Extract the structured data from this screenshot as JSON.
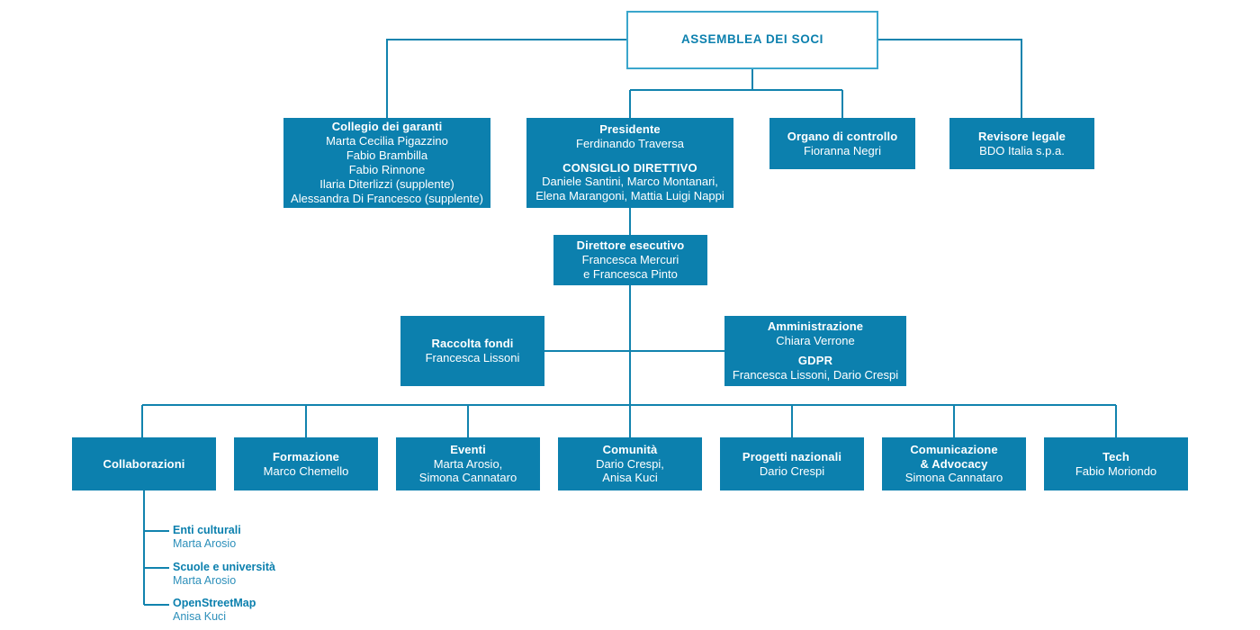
{
  "theme": {
    "box_fill": "#0c80ae",
    "box_text": "#ffffff",
    "root_border": "#3aa6cc",
    "root_text": "#0c80ae",
    "connector": "#1183ae",
    "sub_title_color": "#0c80ae",
    "sub_people_color": "#2c8fba",
    "background": "#ffffff"
  },
  "org": {
    "root": {
      "title": "ASSEMBLEA DEI SOCI"
    },
    "level2": {
      "collegio": {
        "title": "Collegio dei garanti",
        "people": "Marta Cecilia Pigazzino\nFabio Brambilla\nFabio Rinnone\nIlaria Diterlizzi (supplente)\nAlessandra Di Francesco (supplente)"
      },
      "presidente": {
        "title": "Presidente",
        "people": "Ferdinando Traversa",
        "subtitle": "CONSIGLIO DIRETTIVO",
        "subpeople": "Daniele Santini, Marco Montanari,\nElena Marangoni, Mattia Luigi Nappi"
      },
      "organo": {
        "title": "Organo di controllo",
        "people": "Fioranna Negri"
      },
      "revisore": {
        "title": "Revisore legale",
        "people": "BDO Italia s.p.a."
      }
    },
    "direttore": {
      "title": "Direttore esecutivo",
      "people": "Francesca Mercuri\ne Francesca Pinto"
    },
    "staff": {
      "raccolta": {
        "title": "Raccolta fondi",
        "people": "Francesca Lissoni"
      },
      "amministrazione": {
        "title": "Amministrazione",
        "people": "Chiara Verrone",
        "subtitle": "GDPR",
        "subpeople": "Francesca Lissoni, Dario Crespi"
      }
    },
    "areas": [
      {
        "title": "Collaborazioni",
        "people": ""
      },
      {
        "title": "Formazione",
        "people": "Marco Chemello"
      },
      {
        "title": "Eventi",
        "people": "Marta Arosio,\nSimona Cannataro"
      },
      {
        "title": "Comunità",
        "people": "Dario Crespi,\nAnisa Kuci"
      },
      {
        "title": "Progetti nazionali",
        "people": "Dario Crespi"
      },
      {
        "title": "Comunicazione\n& Advocacy",
        "people": "Simona Cannataro"
      },
      {
        "title": "Tech",
        "people": "Fabio Moriondo"
      }
    ],
    "collaborazioni_children": [
      {
        "title": "Enti culturali",
        "people": "Marta Arosio"
      },
      {
        "title": "Scuole e università",
        "people": "Marta Arosio"
      },
      {
        "title": "OpenStreetMap",
        "people": "Anisa Kuci"
      }
    ]
  }
}
